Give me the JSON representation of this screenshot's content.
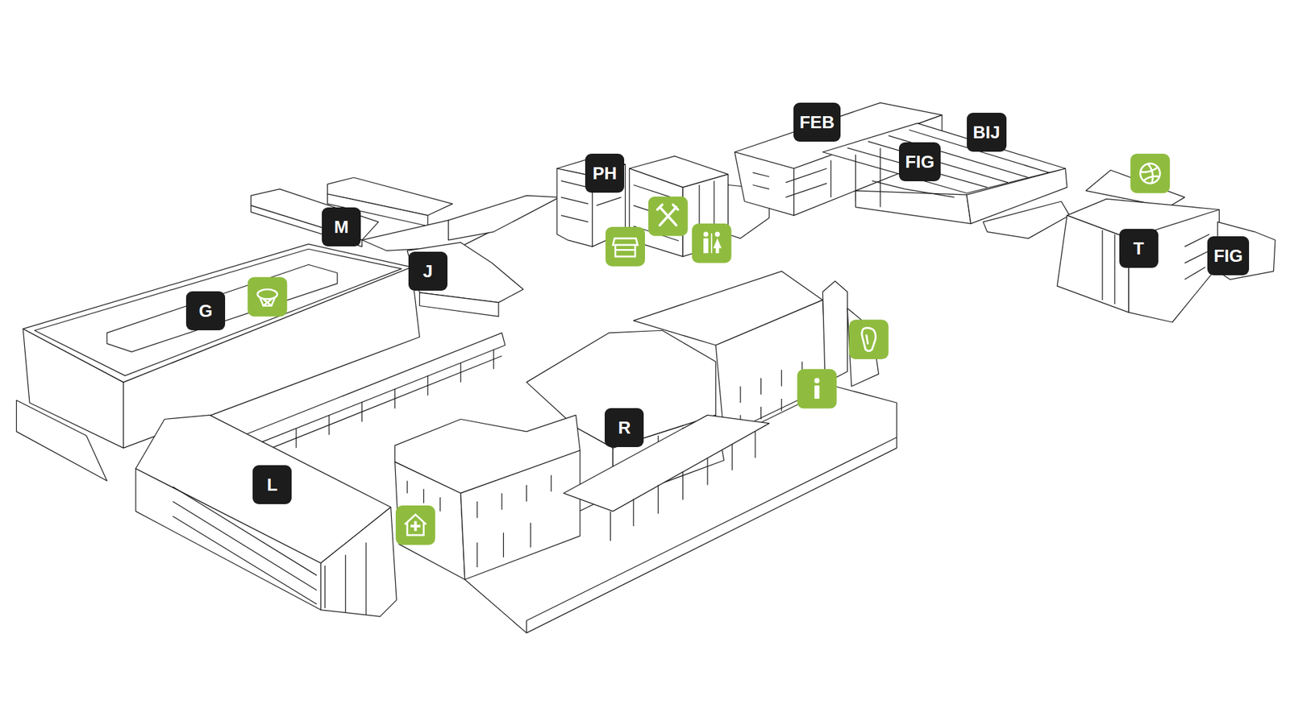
{
  "diagram": {
    "nodes": [
      {
        "text": [
          "FEB"
        ]
      },
      {
        "text": [
          "BIJ"
        ]
      },
      {
        "text": [
          "PH"
        ]
      },
      {
        "text": [
          "FIG"
        ]
      },
      {
        "text": [
          "M"
        ]
      },
      {
        "text": [
          "J"
        ]
      },
      {
        "text": [
          "G"
        ]
      },
      {
        "text": [
          "T"
        ]
      },
      {
        "text": [
          "FIG"
        ]
      },
      {
        "text": [
          "R"
        ]
      },
      {
        "text": [
          "L"
        ]
      }
    ]
  }
}
